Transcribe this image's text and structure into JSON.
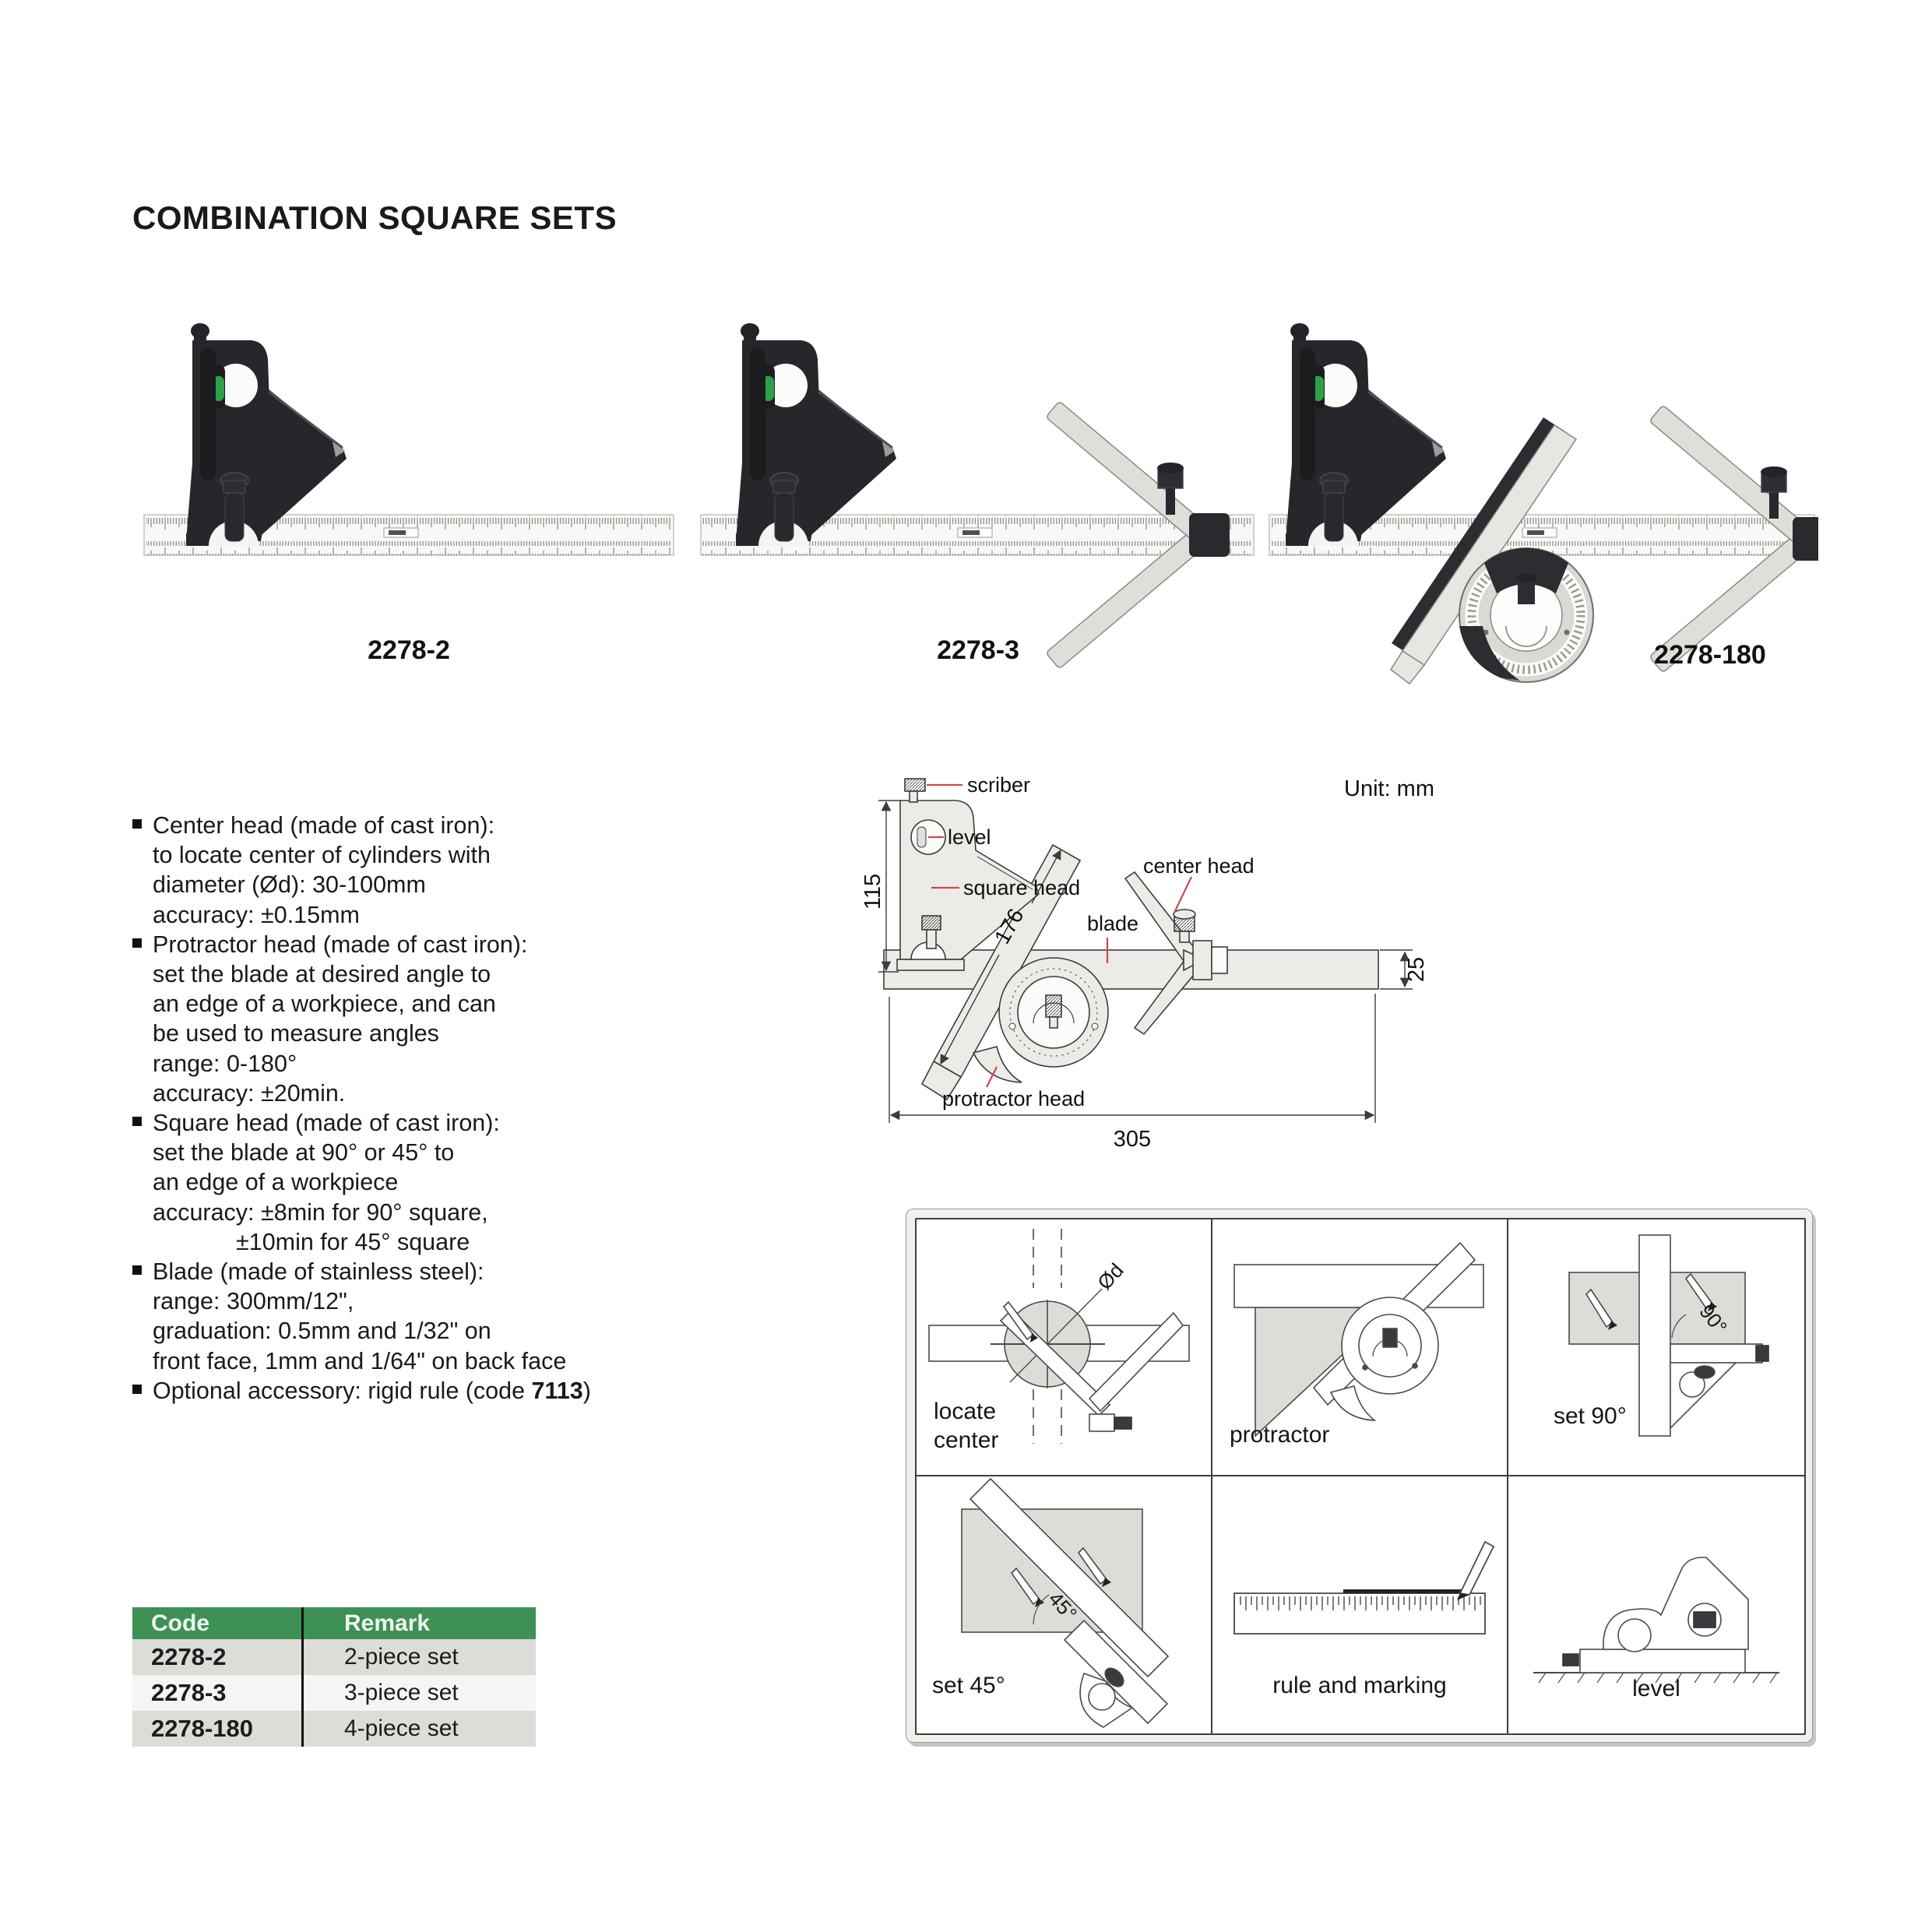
{
  "page": {
    "title": "COMBINATION SQUARE SETS"
  },
  "products": [
    {
      "code": "2278-2"
    },
    {
      "code": "2278-3"
    },
    {
      "code": "2278-180"
    }
  ],
  "diagram": {
    "unit_label": "Unit: mm",
    "labels": {
      "scriber": "scriber",
      "level": "level",
      "square_head": "square head",
      "center_head": "center head",
      "blade": "blade",
      "protractor_head": "protractor head"
    },
    "dimensions": {
      "head_height": "115",
      "protractor_length": "176",
      "blade_width": "25",
      "blade_length": "305"
    }
  },
  "specs": {
    "items": [
      {
        "lines": [
          "Center head (made of cast iron):",
          "to locate center of cylinders with",
          "diameter (Ød): 30-100mm",
          "accuracy: ±0.15mm"
        ]
      },
      {
        "lines": [
          "Protractor head (made of cast iron):",
          "set the blade at desired angle to",
          "an edge of a workpiece, and can",
          "be used to measure angles",
          "range: 0-180°",
          "accuracy: ±20min."
        ]
      },
      {
        "lines": [
          "Square head (made of cast iron):",
          "set the blade at 90° or 45° to",
          "an edge of a workpiece",
          "accuracy: ±8min for 90° square,",
          "±10min for 45° square"
        ]
      },
      {
        "lines": [
          "Blade (made of stainless steel):",
          "range: 300mm/12\",",
          "graduation: 0.5mm and 1/32\" on",
          "front face, 1mm and 1/64\" on back face"
        ]
      },
      {
        "optional_prefix": "Optional accessory: rigid rule (code ",
        "optional_code": "7113",
        "optional_suffix": ")"
      }
    ]
  },
  "table": {
    "headers": [
      "Code",
      "Remark"
    ],
    "rows": [
      {
        "code": "2278-2",
        "remark": "2-piece set"
      },
      {
        "code": "2278-3",
        "remark": "3-piece set"
      },
      {
        "code": "2278-180",
        "remark": "4-piece set"
      }
    ]
  },
  "usage": {
    "cells": [
      {
        "label": "locate center",
        "annotation": "Ød"
      },
      {
        "label": "protractor",
        "annotation": ""
      },
      {
        "label": "set 90°",
        "annotation": "90°"
      },
      {
        "label": "set 45°",
        "annotation": "45°"
      },
      {
        "label": "rule and marking",
        "annotation": ""
      },
      {
        "label": "level",
        "annotation": ""
      }
    ]
  },
  "colors": {
    "accent_green": "#3f9055",
    "leader_red": "#c64a52",
    "vial_green": "#2da14a"
  }
}
